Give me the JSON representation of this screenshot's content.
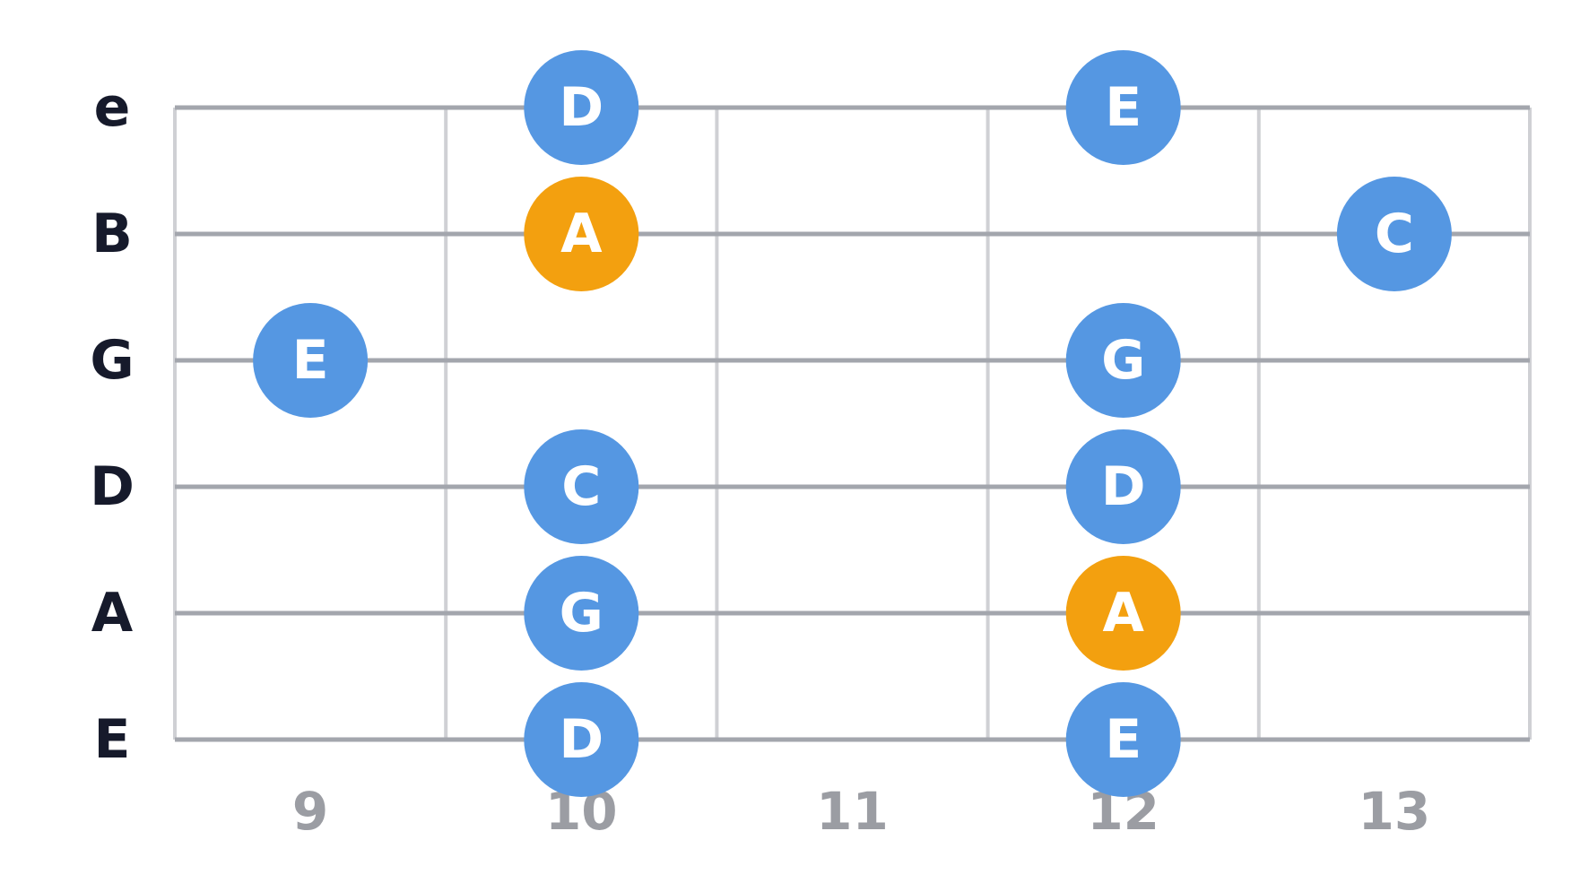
{
  "colors": {
    "background": "#ffffff",
    "string_line": "#a3a6ad",
    "fret_line": "#cfd0d4",
    "string_label": "#161a2b",
    "fret_number": "#9b9da3",
    "note_default": "#5597e2",
    "note_root": "#f3a00f",
    "note_text": "#ffffff"
  },
  "strings": [
    "e",
    "B",
    "G",
    "D",
    "A",
    "E"
  ],
  "frets": [
    "9",
    "10",
    "11",
    "12",
    "13"
  ],
  "notes": [
    {
      "string": 0,
      "fret": 1,
      "label": "D",
      "root": false
    },
    {
      "string": 0,
      "fret": 3,
      "label": "E",
      "root": false
    },
    {
      "string": 1,
      "fret": 1,
      "label": "A",
      "root": true
    },
    {
      "string": 1,
      "fret": 4,
      "label": "C",
      "root": false
    },
    {
      "string": 2,
      "fret": 0,
      "label": "E",
      "root": false
    },
    {
      "string": 2,
      "fret": 3,
      "label": "G",
      "root": false
    },
    {
      "string": 3,
      "fret": 1,
      "label": "C",
      "root": false
    },
    {
      "string": 3,
      "fret": 3,
      "label": "D",
      "root": false
    },
    {
      "string": 4,
      "fret": 1,
      "label": "G",
      "root": false
    },
    {
      "string": 4,
      "fret": 3,
      "label": "A",
      "root": true
    },
    {
      "string": 5,
      "fret": 1,
      "label": "D",
      "root": false
    },
    {
      "string": 5,
      "fret": 3,
      "label": "E",
      "root": false
    }
  ]
}
